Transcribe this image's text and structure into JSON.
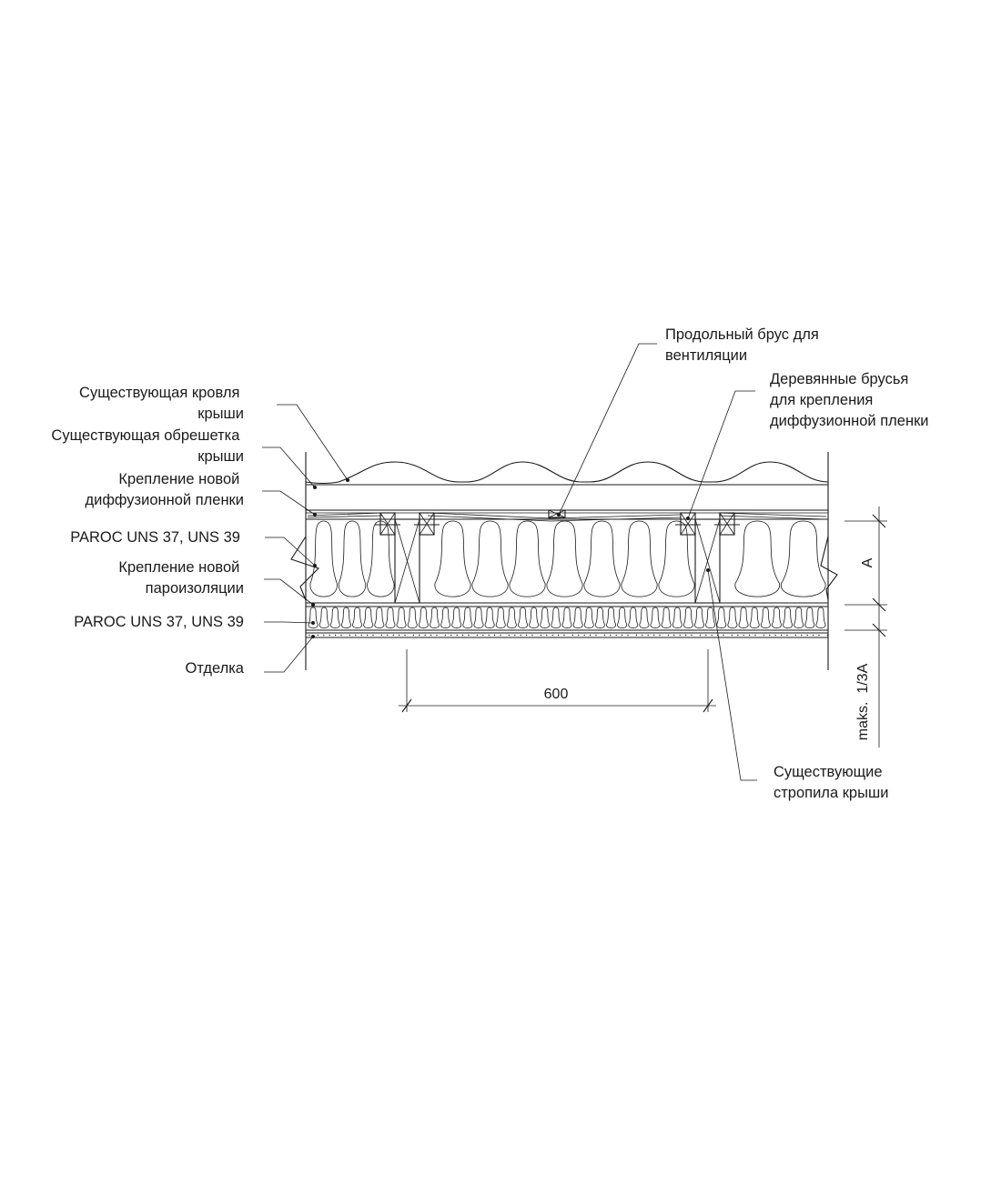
{
  "labels_left": [
    {
      "id": "existing-roof",
      "lines": [
        "Существующая кровля",
        "крыши"
      ]
    },
    {
      "id": "existing-battens",
      "lines": [
        "Существующая обрешетка",
        "крыши"
      ]
    },
    {
      "id": "diffusion-membrane-fixing",
      "lines": [
        "Крепление новой",
        "диффузионной пленки"
      ]
    },
    {
      "id": "insulation-upper",
      "lines": [
        "PAROC UNS 37, UNS 39"
      ]
    },
    {
      "id": "vapour-barrier-fixing",
      "lines": [
        "Крепление новой",
        "пароизоляции"
      ]
    },
    {
      "id": "insulation-lower",
      "lines": [
        "PAROC UNS 37, UNS 39"
      ]
    },
    {
      "id": "finishing",
      "lines": [
        "Отделка"
      ]
    }
  ],
  "labels_right": [
    {
      "id": "ventilation-batten",
      "lines": [
        "Продольный брус для",
        "вентиляции"
      ]
    },
    {
      "id": "wooden-battens",
      "lines": [
        "Деревянные брусья",
        "для крепления",
        "диффузионной пленки"
      ]
    },
    {
      "id": "existing-rafters",
      "lines": [
        "Существующие",
        "стропила крыши"
      ]
    }
  ],
  "dimensions": {
    "spacing": "600",
    "insulation_thickness": "A",
    "lower_layer_max": "maks.  1/3A"
  }
}
